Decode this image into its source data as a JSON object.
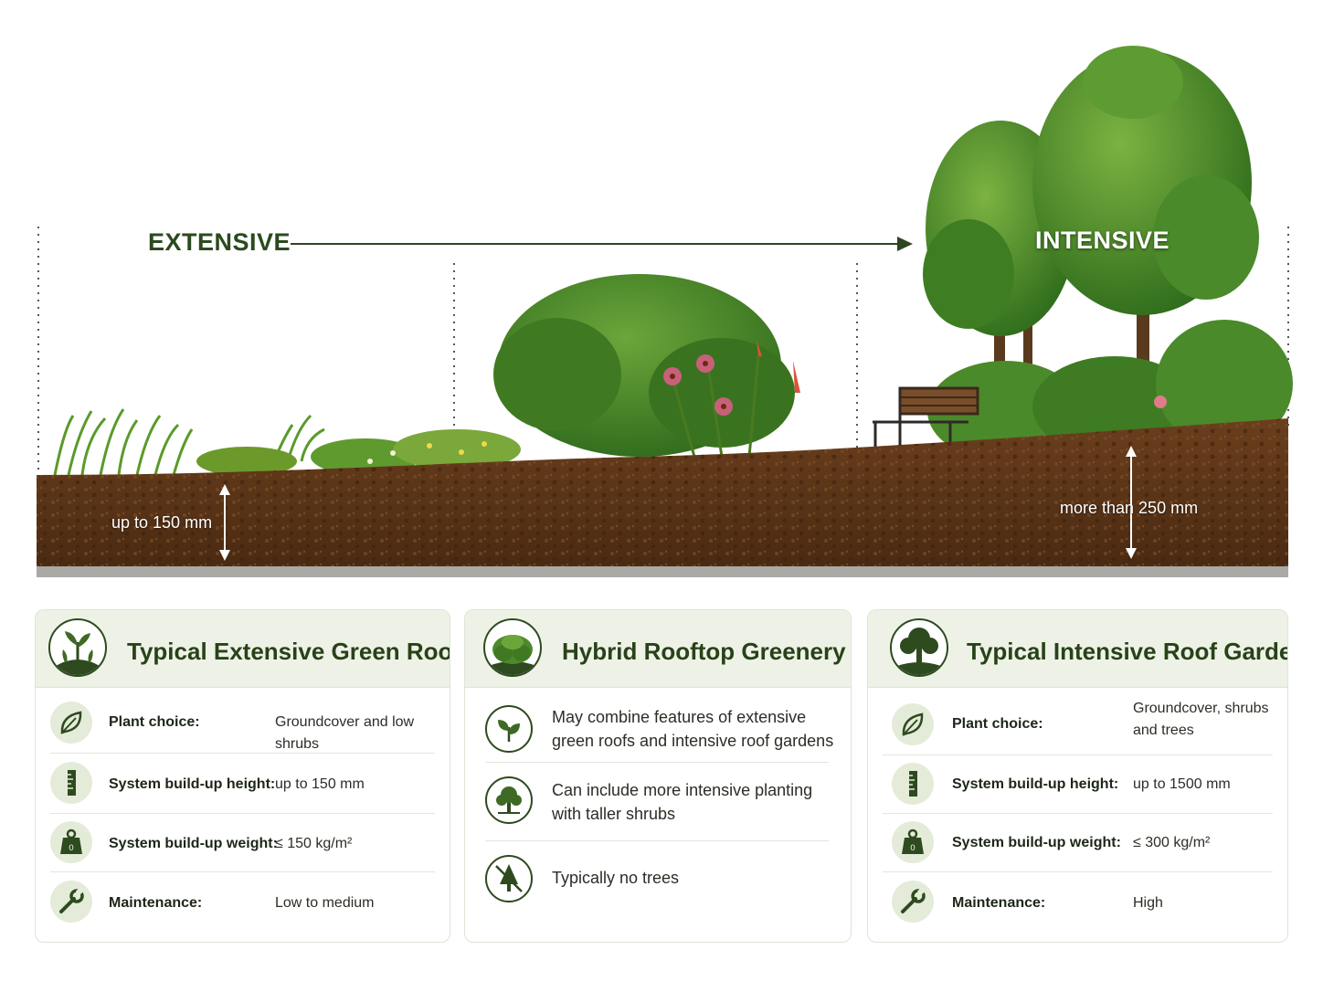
{
  "scene": {
    "extensive_label": "EXTENSIVE",
    "intensive_label": "INTENSIVE",
    "depth_extensive": "up to 150 mm",
    "depth_intensive": "more than 250 mm"
  },
  "cards": {
    "extensive": {
      "title": "Typical Extensive Green Roof",
      "icon": "sprout-icon",
      "rows": [
        {
          "icon": "leaf-icon",
          "label": "Plant choice:",
          "value": "Groundcover and low shrubs"
        },
        {
          "icon": "ruler-icon",
          "label": "System build-up height:",
          "value": "up to 150 mm"
        },
        {
          "icon": "weight-icon",
          "label": "System build-up weight:",
          "value": "≤ 150 kg/m²"
        },
        {
          "icon": "wrench-icon",
          "label": "Maintenance:",
          "value": "Low to medium"
        }
      ]
    },
    "hybrid": {
      "title": "Hybrid Rooftop Greenery",
      "icon": "shrub-icon",
      "rows": [
        {
          "icon": "leaves-icon",
          "text": "May combine features of extensive green roofs and intensive roof gardens"
        },
        {
          "icon": "tree-icon",
          "text": "Can include more intensive planting with taller shrubs"
        },
        {
          "icon": "no-tree-icon",
          "text": "Typically no trees"
        }
      ]
    },
    "intensive": {
      "title": "Typical Intensive Roof Garden",
      "icon": "tree-icon",
      "rows": [
        {
          "icon": "leaf-icon",
          "label": "Plant choice:",
          "value": "Groundcover, shrubs and trees"
        },
        {
          "icon": "ruler-icon",
          "label": "System build-up height:",
          "value": "up to 1500 mm"
        },
        {
          "icon": "weight-icon",
          "label": "System build-up weight:",
          "value": "≤ 300 kg/m²"
        },
        {
          "icon": "wrench-icon",
          "label": "Maintenance:",
          "value": "High"
        }
      ]
    }
  },
  "colors": {
    "title_green": "#284219",
    "header_bg": "#eef2e6",
    "soil": "#5a3419",
    "foliage": "#4e8a2c"
  }
}
